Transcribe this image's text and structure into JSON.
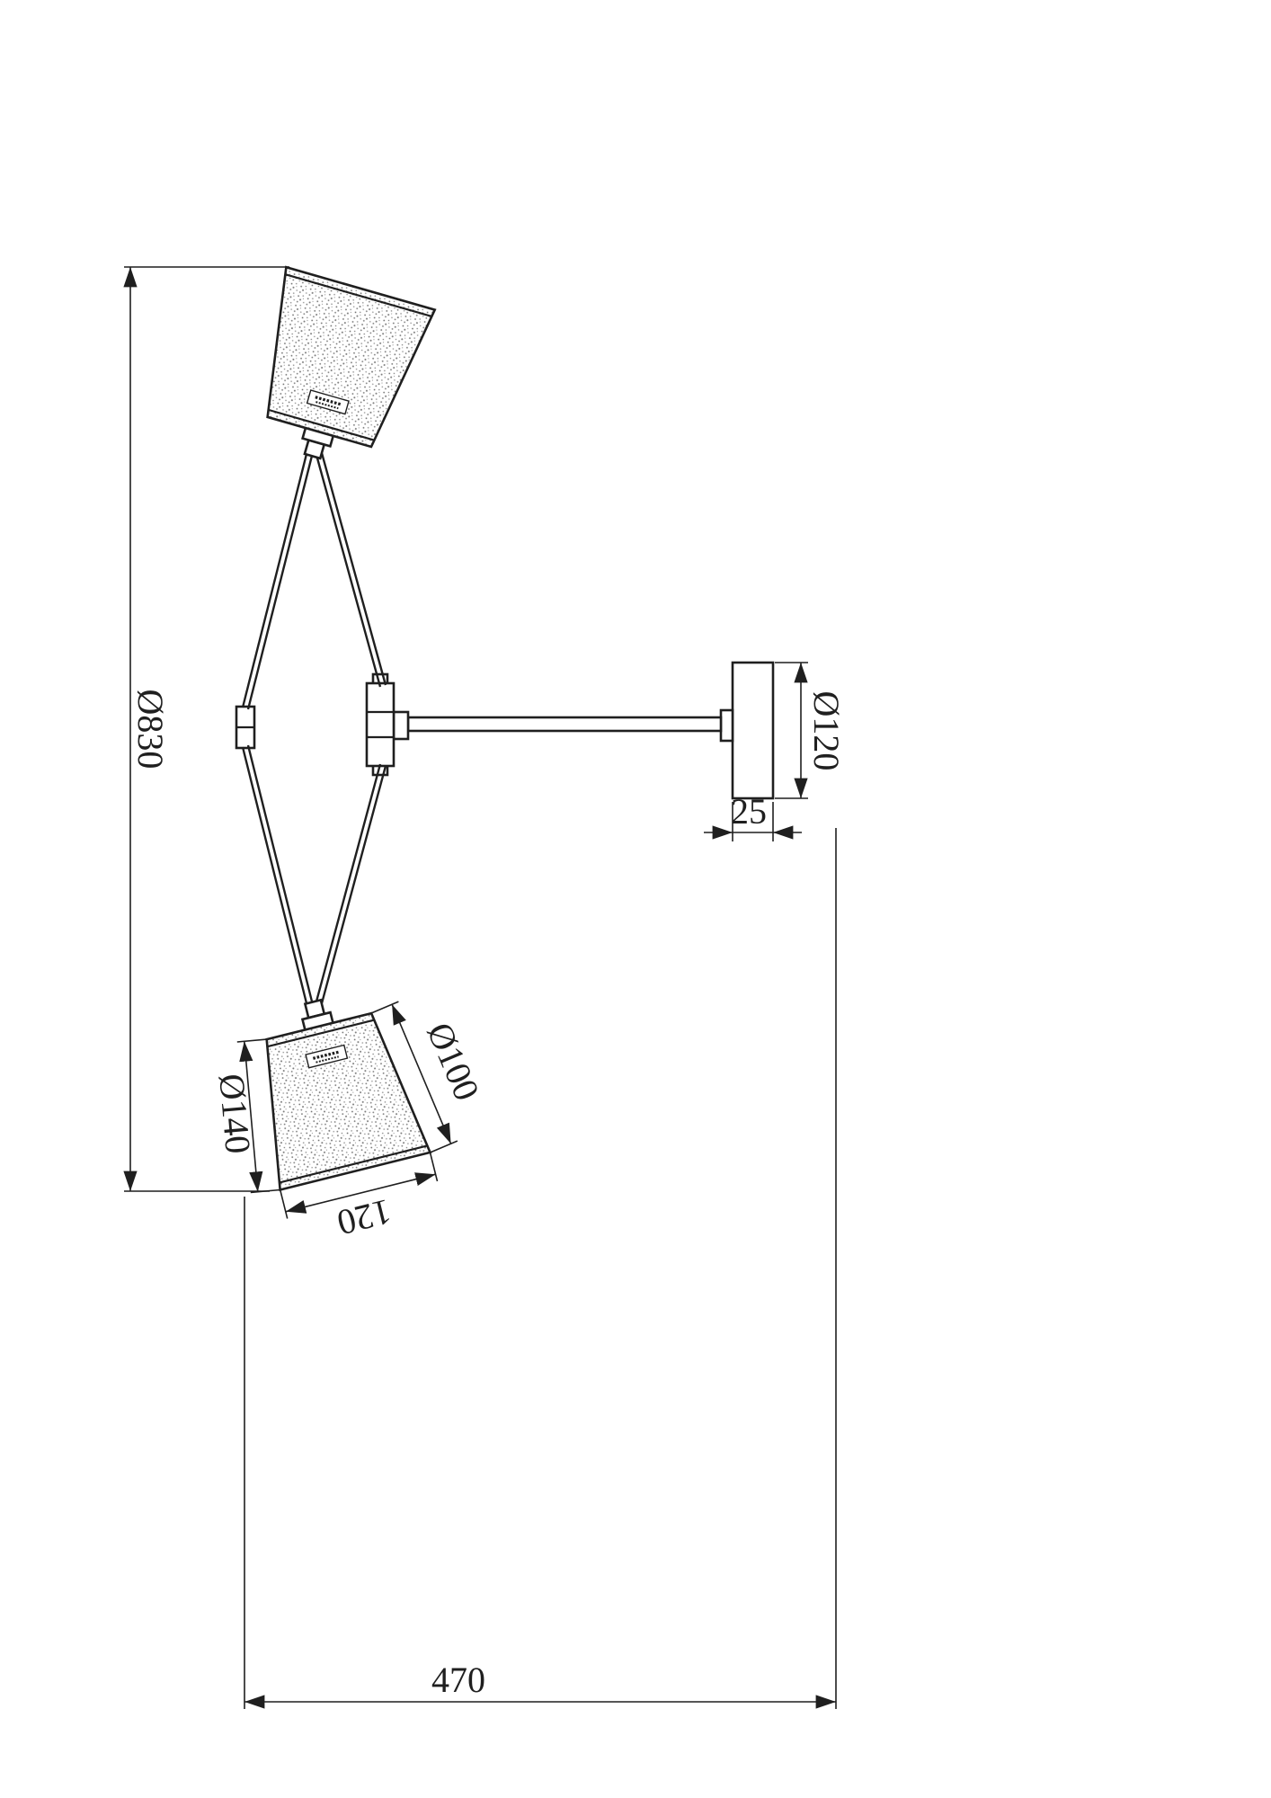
{
  "drawing": {
    "background": "#ffffff",
    "line_color": "#1f1f1f",
    "dimensions": {
      "overall_height": "Ø830",
      "wall_plate_diameter": "Ø120",
      "wall_plate_thickness": "25",
      "shade_top_diameter": "Ø100",
      "shade_bottom_diameter": "Ø140",
      "shade_height": "120",
      "wall_distance": "470"
    }
  }
}
